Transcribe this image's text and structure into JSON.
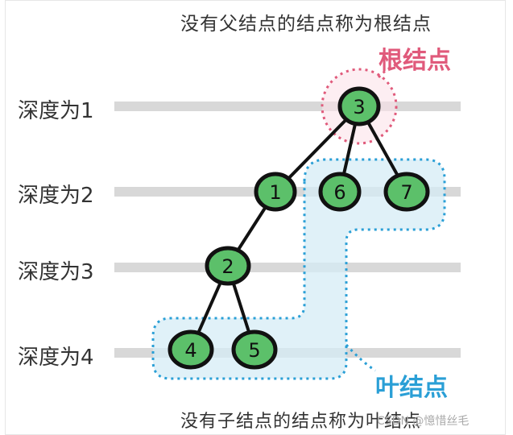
{
  "captions": {
    "top": "没有父结点的结点称为根结点",
    "root_label": "根结点",
    "leaf_label": "叶结点",
    "bottom": "没有子结点的结点称为叶结点",
    "watermark": "CSDN @憶惜丝毛"
  },
  "depth_labels": [
    "深度为1",
    "深度为2",
    "深度为3",
    "深度为4"
  ],
  "nodes": [
    "3",
    "1",
    "6",
    "7",
    "2",
    "4",
    "5"
  ],
  "colors": {
    "node_fill": "#5cc06a",
    "node_stroke": "#111111",
    "root_highlight": "#e05a7b",
    "leaf_highlight": "#2a9fd6",
    "level_bar": "#d8d8d8"
  }
}
